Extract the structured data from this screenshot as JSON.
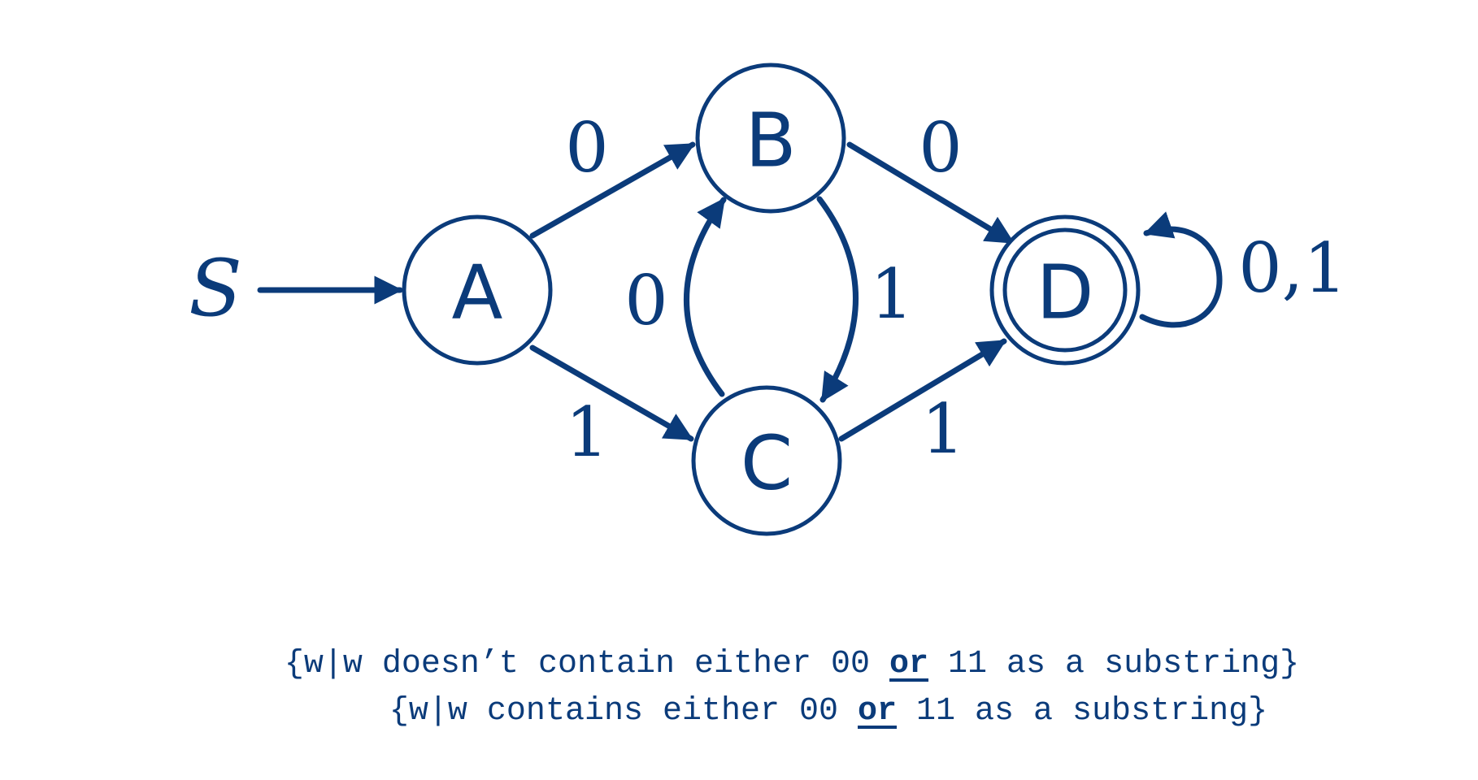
{
  "colors": {
    "ink": "#0b3b7a",
    "background": "#ffffff"
  },
  "diagram": {
    "start_label": "S",
    "nodes": [
      {
        "id": "A",
        "label": "A",
        "accepting": false
      },
      {
        "id": "B",
        "label": "B",
        "accepting": false
      },
      {
        "id": "C",
        "label": "C",
        "accepting": false
      },
      {
        "id": "D",
        "label": "D",
        "accepting": true
      }
    ],
    "edges": [
      {
        "from": "A",
        "to": "B",
        "label": "0"
      },
      {
        "from": "A",
        "to": "C",
        "label": "1"
      },
      {
        "from": "B",
        "to": "D",
        "label": "0"
      },
      {
        "from": "B",
        "to": "C",
        "label": "1"
      },
      {
        "from": "C",
        "to": "B",
        "label": "0"
      },
      {
        "from": "C",
        "to": "D",
        "label": "1"
      },
      {
        "from": "D",
        "to": "D",
        "label": "0,1"
      }
    ]
  },
  "captions": {
    "line1": {
      "before": "{w|w doesn’t contain either 00 ",
      "emphasis": "or",
      "after": " 11 as a substring}"
    },
    "line2": {
      "before": "{w|w contains either 00 ",
      "emphasis": "or",
      "after": " 11 as a substring}"
    }
  }
}
